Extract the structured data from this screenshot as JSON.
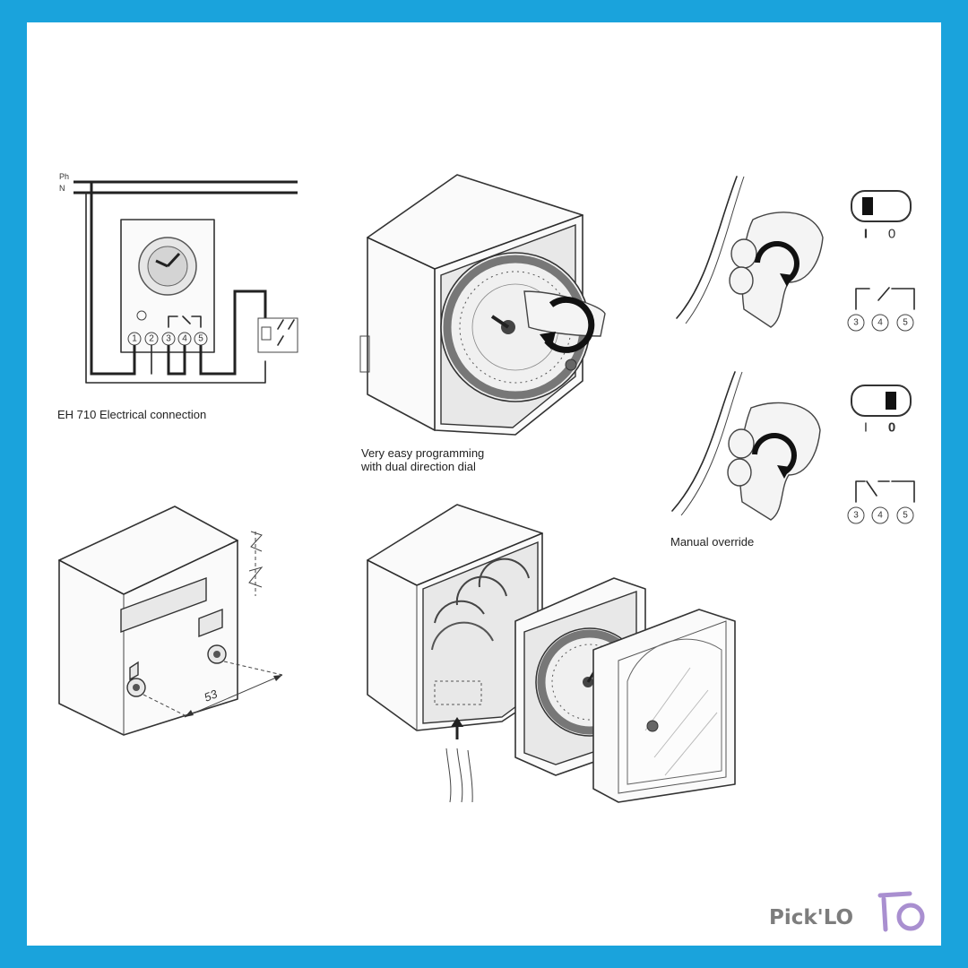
{
  "wiring": {
    "phase_label": "Ph",
    "neutral_label": "N",
    "terminals": [
      "1",
      "2",
      "3",
      "4",
      "5"
    ],
    "caption": "EH 710 Electrical connection"
  },
  "programming": {
    "caption_line1": "Very easy programming",
    "caption_line2": "with dual direction dial"
  },
  "override": {
    "state_on": {
      "left": "I",
      "right": "0",
      "active": "I"
    },
    "state_off": {
      "left": "I",
      "right": "0",
      "active": "0"
    },
    "contact_terminals": [
      "3",
      "4",
      "5"
    ],
    "caption": "Manual override"
  },
  "mounting": {
    "dimension": "53"
  },
  "brand": {
    "text": "Pick'LO"
  },
  "colors": {
    "border": "#1aa3dc",
    "brand_text": "#7d7d7d",
    "logo_purple": "#a98fd0"
  }
}
